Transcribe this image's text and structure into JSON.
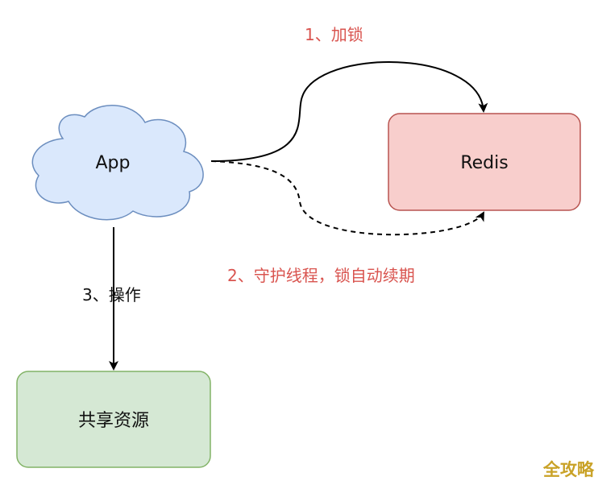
{
  "nodes": {
    "app": {
      "label": "App",
      "fill": "#dae8fc",
      "stroke": "#6c8ebf"
    },
    "redis": {
      "label": "Redis",
      "fill": "#f8cecc",
      "stroke": "#b85450"
    },
    "shared_resource": {
      "label": "共享资源",
      "fill": "#d5e8d4",
      "stroke": "#82b366"
    }
  },
  "edges": {
    "lock": {
      "label": "1、加锁",
      "style": "solid",
      "label_color": "#d9544f"
    },
    "watchdog": {
      "label": "2、守护线程，锁自动续期",
      "style": "dashed",
      "label_color": "#d9544f"
    },
    "operate": {
      "label": "3、操作",
      "style": "solid",
      "label_color": "#111111"
    }
  },
  "watermark": {
    "text": "全攻略",
    "color": "#c9a227"
  }
}
